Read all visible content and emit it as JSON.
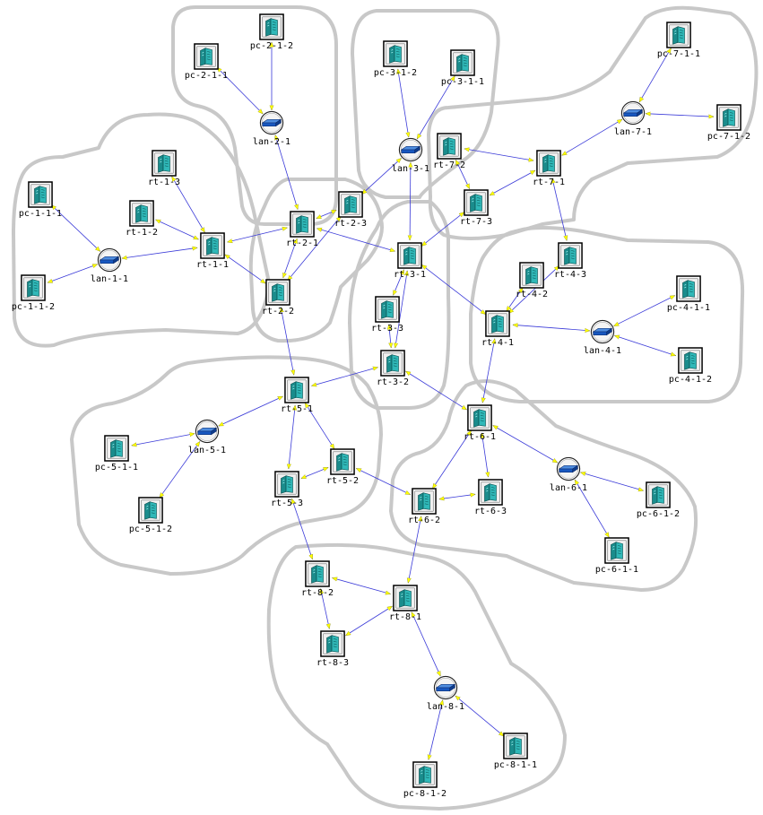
{
  "diagram": {
    "nodes": [
      {
        "id": "pc-2-1-2",
        "label": "pc-2-1-2",
        "type": "pc"
      },
      {
        "id": "pc-2-1-1",
        "label": "pc-2-1-1",
        "type": "pc"
      },
      {
        "id": "lan-2-1",
        "label": "lan-2-1",
        "type": "lan"
      },
      {
        "id": "pc-3-1-2",
        "label": "pc-3-1-2",
        "type": "pc"
      },
      {
        "id": "pc-3-1-1",
        "label": "pc-3-1-1",
        "type": "pc"
      },
      {
        "id": "lan-3-1",
        "label": "lan-3-1",
        "type": "lan"
      },
      {
        "id": "pc-7-1-1",
        "label": "pc-7-1-1",
        "type": "pc"
      },
      {
        "id": "lan-7-1",
        "label": "lan-7-1",
        "type": "lan"
      },
      {
        "id": "pc-7-1-2",
        "label": "pc-7-1-2",
        "type": "pc"
      },
      {
        "id": "rt-7-2",
        "label": "rt-7-2",
        "type": "rt"
      },
      {
        "id": "rt-7-1",
        "label": "rt-7-1",
        "type": "rt"
      },
      {
        "id": "rt-7-3",
        "label": "rt-7-3",
        "type": "rt"
      },
      {
        "id": "rt-1-3",
        "label": "rt-1-3",
        "type": "rt"
      },
      {
        "id": "pc-1-1-1",
        "label": "pc-1-1-1",
        "type": "pc"
      },
      {
        "id": "rt-1-2",
        "label": "rt-1-2",
        "type": "rt"
      },
      {
        "id": "rt-1-1",
        "label": "rt-1-1",
        "type": "rt"
      },
      {
        "id": "lan-1-1",
        "label": "lan-1-1",
        "type": "lan"
      },
      {
        "id": "pc-1-1-2",
        "label": "pc-1-1-2",
        "type": "pc"
      },
      {
        "id": "rt-2-3",
        "label": "rt-2-3",
        "type": "rt"
      },
      {
        "id": "rt-2-1",
        "label": "rt-2-1",
        "type": "rt"
      },
      {
        "id": "rt-2-2",
        "label": "rt-2-2",
        "type": "rt"
      },
      {
        "id": "rt-3-1",
        "label": "rt-3-1",
        "type": "rt"
      },
      {
        "id": "rt-3-3",
        "label": "rt-3-3",
        "type": "rt"
      },
      {
        "id": "rt-3-2",
        "label": "rt-3-2",
        "type": "rt"
      },
      {
        "id": "rt-4-3",
        "label": "rt-4-3",
        "type": "rt"
      },
      {
        "id": "rt-4-2",
        "label": "rt-4-2",
        "type": "rt"
      },
      {
        "id": "rt-4-1",
        "label": "rt-4-1",
        "type": "rt"
      },
      {
        "id": "lan-4-1",
        "label": "lan-4-1",
        "type": "lan"
      },
      {
        "id": "pc-4-1-1",
        "label": "pc-4-1-1",
        "type": "pc"
      },
      {
        "id": "pc-4-1-2",
        "label": "pc-4-1-2",
        "type": "pc"
      },
      {
        "id": "rt-5-1",
        "label": "rt-5-1",
        "type": "rt"
      },
      {
        "id": "lan-5-1",
        "label": "lan-5-1",
        "type": "lan"
      },
      {
        "id": "pc-5-1-1",
        "label": "pc-5-1-1",
        "type": "pc"
      },
      {
        "id": "pc-5-1-2",
        "label": "pc-5-1-2",
        "type": "pc"
      },
      {
        "id": "rt-5-2",
        "label": "rt-5-2",
        "type": "rt"
      },
      {
        "id": "rt-5-3",
        "label": "rt-5-3",
        "type": "rt"
      },
      {
        "id": "rt-6-1",
        "label": "rt-6-1",
        "type": "rt"
      },
      {
        "id": "rt-6-2",
        "label": "rt-6-2",
        "type": "rt"
      },
      {
        "id": "rt-6-3",
        "label": "rt-6-3",
        "type": "rt"
      },
      {
        "id": "lan-6-1",
        "label": "lan-6-1",
        "type": "lan"
      },
      {
        "id": "pc-6-1-2",
        "label": "pc-6-1-2",
        "type": "pc"
      },
      {
        "id": "pc-6-1-1",
        "label": "pc-6-1-1",
        "type": "pc"
      },
      {
        "id": "rt-8-2",
        "label": "rt-8-2",
        "type": "rt"
      },
      {
        "id": "rt-8-1",
        "label": "rt-8-1",
        "type": "rt"
      },
      {
        "id": "rt-8-3",
        "label": "rt-8-3",
        "type": "rt"
      },
      {
        "id": "lan-8-1",
        "label": "lan-8-1",
        "type": "lan"
      },
      {
        "id": "pc-8-1-1",
        "label": "pc-8-1-1",
        "type": "pc"
      },
      {
        "id": "pc-8-1-2",
        "label": "pc-8-1-2",
        "type": "pc"
      }
    ],
    "edges": [
      [
        "pc-2-1-2",
        "lan-2-1"
      ],
      [
        "pc-2-1-1",
        "lan-2-1"
      ],
      [
        "lan-2-1",
        "rt-2-1"
      ],
      [
        "pc-3-1-2",
        "lan-3-1"
      ],
      [
        "pc-3-1-1",
        "lan-3-1"
      ],
      [
        "lan-3-1",
        "rt-2-3"
      ],
      [
        "lan-3-1",
        "rt-3-1"
      ],
      [
        "pc-7-1-1",
        "lan-7-1"
      ],
      [
        "pc-7-1-2",
        "lan-7-1"
      ],
      [
        "lan-7-1",
        "rt-7-1"
      ],
      [
        "rt-7-2",
        "rt-7-1"
      ],
      [
        "rt-7-2",
        "rt-7-3"
      ],
      [
        "rt-7-3",
        "rt-7-1"
      ],
      [
        "rt-7-1",
        "rt-4-3"
      ],
      [
        "rt-7-3",
        "rt-3-1"
      ],
      [
        "pc-1-1-1",
        "lan-1-1"
      ],
      [
        "pc-1-1-2",
        "lan-1-1"
      ],
      [
        "lan-1-1",
        "rt-1-1"
      ],
      [
        "rt-1-3",
        "rt-1-1"
      ],
      [
        "rt-1-2",
        "rt-1-1"
      ],
      [
        "rt-1-1",
        "rt-2-1"
      ],
      [
        "rt-1-1",
        "rt-2-2"
      ],
      [
        "rt-2-1",
        "rt-2-3"
      ],
      [
        "rt-2-1",
        "rt-2-2"
      ],
      [
        "rt-2-3",
        "rt-2-2"
      ],
      [
        "rt-2-1",
        "rt-3-1"
      ],
      [
        "rt-3-1",
        "rt-3-3"
      ],
      [
        "rt-3-1",
        "rt-3-2"
      ],
      [
        "rt-3-3",
        "rt-3-2"
      ],
      [
        "rt-3-1",
        "rt-4-1"
      ],
      [
        "rt-4-3",
        "rt-4-1"
      ],
      [
        "rt-4-2",
        "rt-4-1"
      ],
      [
        "rt-4-1",
        "lan-4-1"
      ],
      [
        "lan-4-1",
        "pc-4-1-1"
      ],
      [
        "lan-4-1",
        "pc-4-1-2"
      ],
      [
        "rt-2-2",
        "rt-5-1"
      ],
      [
        "rt-3-2",
        "rt-5-1"
      ],
      [
        "rt-3-2",
        "rt-6-1"
      ],
      [
        "rt-4-1",
        "rt-6-1"
      ],
      [
        "rt-5-1",
        "lan-5-1"
      ],
      [
        "lan-5-1",
        "pc-5-1-1"
      ],
      [
        "lan-5-1",
        "pc-5-1-2"
      ],
      [
        "rt-5-1",
        "rt-5-2"
      ],
      [
        "rt-5-1",
        "rt-5-3"
      ],
      [
        "rt-5-2",
        "rt-5-3"
      ],
      [
        "rt-5-2",
        "rt-6-2"
      ],
      [
        "rt-6-1",
        "rt-6-2"
      ],
      [
        "rt-6-1",
        "rt-6-3"
      ],
      [
        "rt-6-2",
        "rt-6-3"
      ],
      [
        "rt-6-1",
        "lan-6-1"
      ],
      [
        "lan-6-1",
        "pc-6-1-2"
      ],
      [
        "lan-6-1",
        "pc-6-1-1"
      ],
      [
        "rt-5-3",
        "rt-8-2"
      ],
      [
        "rt-6-2",
        "rt-8-1"
      ],
      [
        "rt-8-2",
        "rt-8-1"
      ],
      [
        "rt-8-2",
        "rt-8-3"
      ],
      [
        "rt-8-1",
        "rt-8-3"
      ],
      [
        "rt-8-1",
        "lan-8-1"
      ],
      [
        "lan-8-1",
        "pc-8-1-1"
      ],
      [
        "lan-8-1",
        "pc-8-1-2"
      ]
    ],
    "colors": {
      "region_outline": "#c8c8c8",
      "link": "#3a3ad8",
      "arrow": "#ffff00",
      "server_body": "#20a0a0",
      "switch_body": "#1858c0"
    }
  }
}
